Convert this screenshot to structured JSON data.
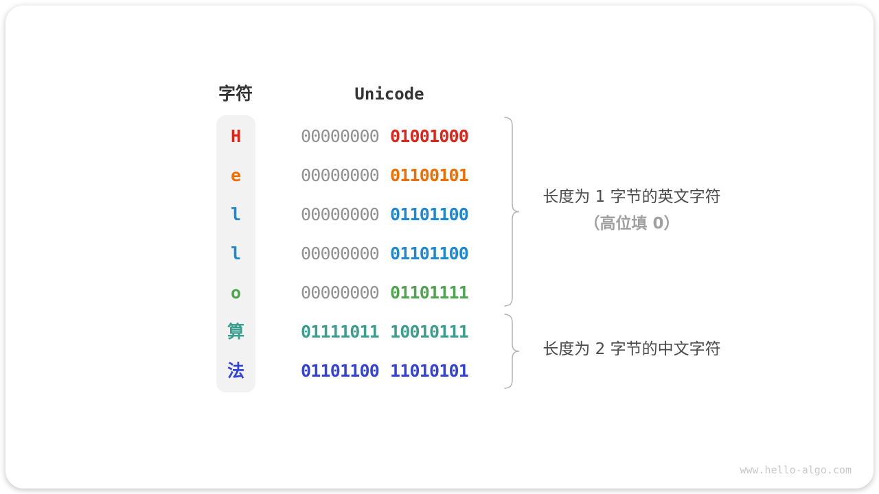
{
  "page": {
    "watermark": "www.hello-algo.com"
  },
  "table": {
    "headers": {
      "char": "字符",
      "unicode": "Unicode"
    },
    "rows": [
      {
        "char": "H",
        "char_color": "#e02418",
        "byte_high": "00000000",
        "byte_high_color": "#909090",
        "byte_low": "01001000",
        "byte_low_color": "#e02418"
      },
      {
        "char": "e",
        "char_color": "#f06d00",
        "byte_high": "00000000",
        "byte_high_color": "#909090",
        "byte_low": "01100101",
        "byte_low_color": "#f06d00"
      },
      {
        "char": "l",
        "char_color": "#1d88d4",
        "byte_high": "00000000",
        "byte_high_color": "#909090",
        "byte_low": "01101100",
        "byte_low_color": "#1d88d4"
      },
      {
        "char": "l",
        "char_color": "#1d88d4",
        "byte_high": "00000000",
        "byte_high_color": "#909090",
        "byte_low": "01101100",
        "byte_low_color": "#1d88d4"
      },
      {
        "char": "o",
        "char_color": "#4fa44f",
        "byte_high": "00000000",
        "byte_high_color": "#909090",
        "byte_low": "01101111",
        "byte_low_color": "#4fa44f"
      },
      {
        "char": "算",
        "char_color": "#3a9d8d",
        "byte_high": "01111011",
        "byte_high_color": "#3a9d8d",
        "byte_low": "10010111",
        "byte_low_color": "#3a9d8d"
      },
      {
        "char": "法",
        "char_color": "#3343d9",
        "byte_high": "01101100",
        "byte_high_color": "#3343d9",
        "byte_low": "11010101",
        "byte_low_color": "#3343d9"
      }
    ]
  },
  "annotations": {
    "english": {
      "line1": "长度为 1 字节的英文字符",
      "line2": "（高位填 0）"
    },
    "chinese": {
      "line1": "长度为 2 字节的中文字符"
    }
  },
  "colors": {
    "gray_bits": "#909090",
    "char_column_bg": "#f2f2f2",
    "brace": "#b3b3b3",
    "header_text": "#333333",
    "annotation_text": "#4a4a4a",
    "annotation_sub_text": "#a0a0a0"
  }
}
